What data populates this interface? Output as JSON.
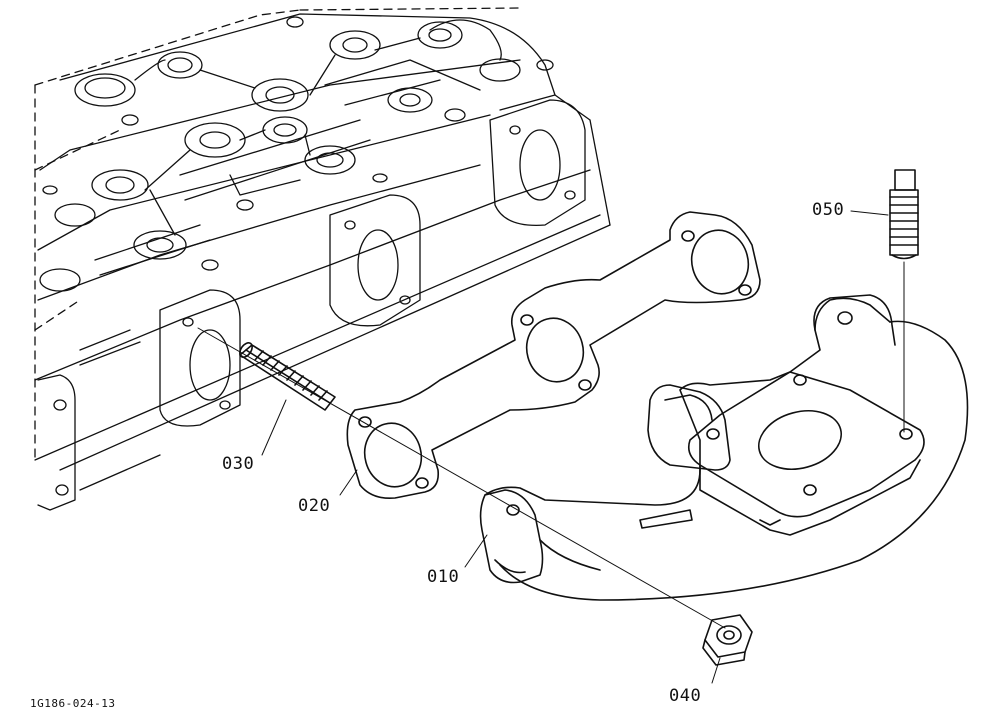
{
  "figure": {
    "id": "1G186-024-13",
    "line_color": "#111111",
    "background": "#ffffff"
  },
  "callouts": [
    {
      "part": "exhaust-manifold",
      "label": "010"
    },
    {
      "part": "gasket",
      "label": "020"
    },
    {
      "part": "stud-bolt-head",
      "label": "030"
    },
    {
      "part": "nut",
      "label": "040"
    },
    {
      "part": "stud-bolt-manifold",
      "label": "050"
    }
  ]
}
